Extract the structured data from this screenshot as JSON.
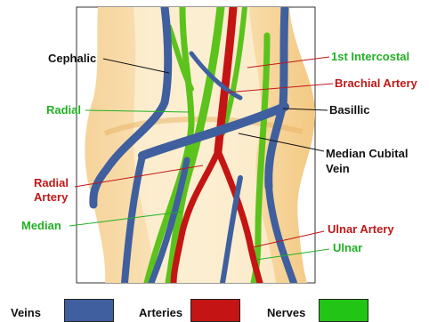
{
  "colors": {
    "vein": "#3f5f9e",
    "artery": "#c41414",
    "nerve": "#5cc21c",
    "skin": "#f2c47a",
    "skin_light": "#f8e7bf",
    "label_black": "#111111",
    "label_green": "#22b024",
    "label_red": "#c01818"
  },
  "labels": {
    "cephalic": "Cephalic",
    "radial": "Radial",
    "radial_artery_line1": "Radial",
    "radial_artery_line2": "Artery",
    "median": "Median",
    "first_intercostal": "1st Intercostal",
    "brachial_artery": "Brachial Artery",
    "basillic": "Basillic",
    "median_cubital_line1": "Median Cubital",
    "median_cubital_line2": "Vein",
    "ulnar_artery": "Ulnar Artery",
    "ulnar": "Ulnar"
  },
  "legend": [
    {
      "label": "Veins",
      "color": "#3f5f9e"
    },
    {
      "label": "Arteries",
      "color": "#c41414"
    },
    {
      "label": "Nerves",
      "color": "#22c415"
    }
  ]
}
